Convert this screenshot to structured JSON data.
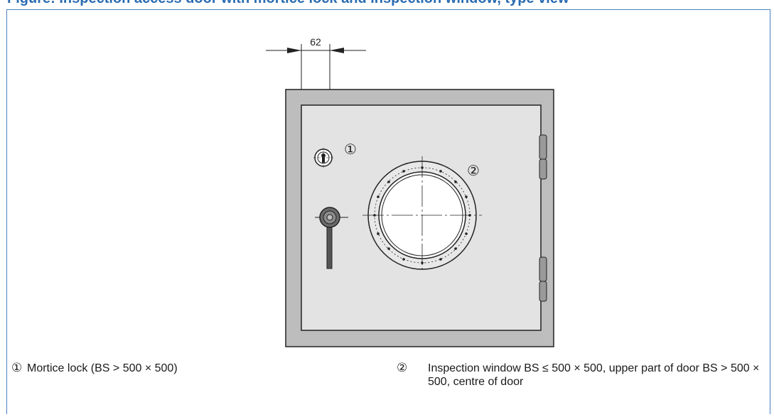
{
  "header": {
    "title_text": "Figure: Inspection access door with mortice lock and inspection window, type view"
  },
  "drawing": {
    "dimension_label": "62",
    "callout_1": "①",
    "callout_2": "②"
  },
  "legend": [
    {
      "marker": "①",
      "text": "Mortice lock (BS > 500 × 500)"
    },
    {
      "marker": "②",
      "text": "Inspection window BS ≤ 500 × 500, upper part of door BS > 500 × 500, centre of door"
    }
  ],
  "colors": {
    "title_blue": "#2a6cb0",
    "frame_grey": "#bdbdbd",
    "panel_grey": "#e3e3e3",
    "line": "#222222"
  }
}
